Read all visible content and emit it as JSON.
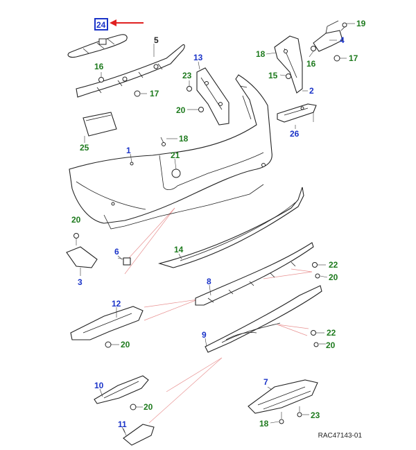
{
  "diagram": {
    "reference_code": "RAC47143-01",
    "highlight_color": "#1a33c8",
    "arrow_color": "#e02020",
    "blue_label_color": "#1a33c8",
    "green_label_color": "#1d7a1d",
    "labels": {
      "p24": "24",
      "p5": "5",
      "p19": "19",
      "p4": "4",
      "p18a": "18",
      "p16a": "16",
      "p17a": "17",
      "p16b": "16",
      "p17b": "17",
      "p13": "13",
      "p23a": "23",
      "p15": "15",
      "p2": "2",
      "p20a": "20",
      "p26": "26",
      "p25": "25",
      "p18b": "18",
      "p1": "1",
      "p21": "21",
      "p20b": "20",
      "p6": "6",
      "p14": "14",
      "p3": "3",
      "p22a": "22",
      "p20c": "20",
      "p8": "8",
      "p12": "12",
      "p20d": "20",
      "p22b": "22",
      "p9": "9",
      "p20e": "20",
      "p10": "10",
      "p20f": "20",
      "p7": "7",
      "p11": "11",
      "p18c": "18",
      "p23b": "23"
    }
  }
}
